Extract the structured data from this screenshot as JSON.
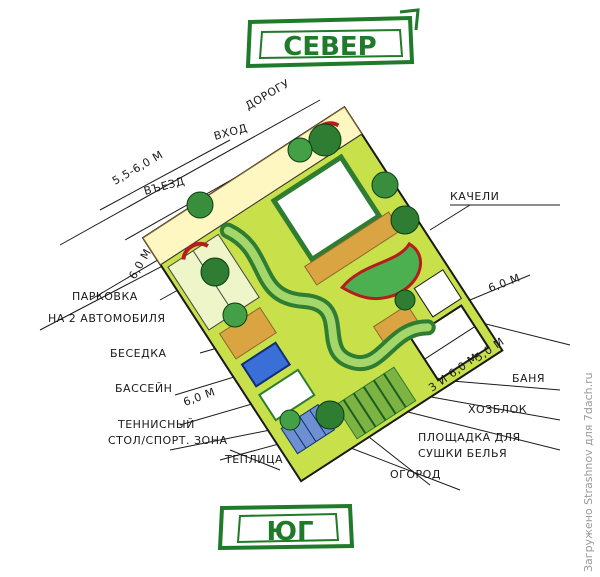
{
  "compass": {
    "north": "СЕВЕР",
    "south": "ЮГ"
  },
  "labels": {
    "road": "ДОРОГУ",
    "entrance": "ВХОД",
    "entry_drive": "ВЪЕЗД",
    "width_top": "5,5-6,0 М",
    "dim_left": "6,0 М",
    "swing": "КАЧЕЛИ",
    "parking_1": "ПАРКОВКА",
    "parking_2": "НА 2 АВТОМОБИЛЯ",
    "gazebo": "БЕСЕДКА",
    "pool": "БАССЕЙН",
    "dim_pool": "6,0 М",
    "tennis_1": "ТЕННИСНЫЙ",
    "tennis_2": "СТОЛ/СПОРТ. ЗОНА",
    "greenhouse": "ТЕПЛИЦА",
    "bath": "БАНЯ",
    "dim_right": "6,0 М",
    "dim_bath_1": "3 И 6,0 М",
    "dim_bath_2": "5,0 М",
    "shed": "ХОЗБЛОК",
    "drying_1": "ПЛОЩАДКА ДЛЯ",
    "drying_2": "СУШКИ БЕЛЬЯ",
    "garden": "ОГОРОД"
  },
  "watermark": "Загружено Strashnov для 7dach.ru",
  "colors": {
    "banner_green": "#1f7a2a",
    "lawn": "#c8e04a",
    "path": "#7cb342",
    "dark_green": "#2e7d32",
    "accent_red": "#b71c1c",
    "pool_blue": "#3b6fd8",
    "deck": "#d9a441"
  }
}
